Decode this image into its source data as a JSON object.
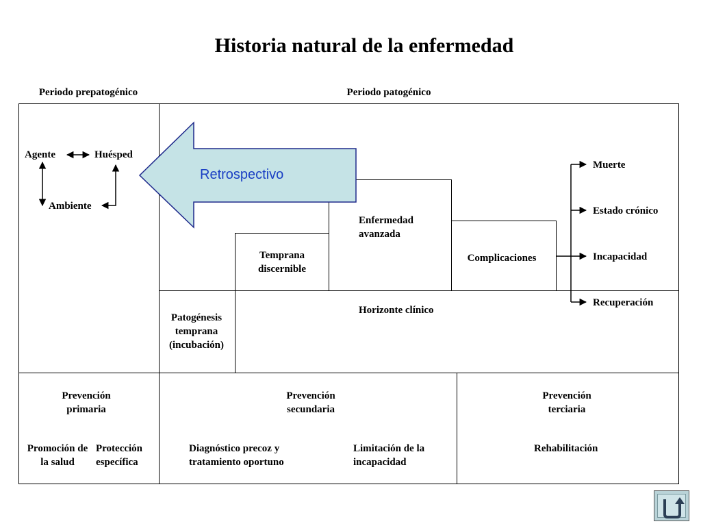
{
  "title": "Historia natural de la enfermedad",
  "periods": {
    "prepathogenic": "Periodo prepatogénico",
    "pathogenic": "Periodo patogénico"
  },
  "triad": {
    "agent": "Agente",
    "host": "Huésped",
    "environment": "Ambiente"
  },
  "retrospective_label": "Retrospectivo",
  "stages": {
    "early": "Temprana discernible",
    "advanced": "Enfermedad avanzada",
    "complications": "Complicaciones",
    "pathogenesis": "Patogénesis temprana (incubación)",
    "clinical_horizon": "Horizonte clínico"
  },
  "outcomes": [
    "Muerte",
    "Estado crónico",
    "Incapacidad",
    "Recuperación"
  ],
  "prevention": {
    "primary": {
      "label": "Prevención primaria",
      "items": [
        "Promoción de la salud",
        "Protección específica"
      ]
    },
    "secondary": {
      "label": "Prevención secundaria",
      "items": [
        "Diagnóstico precoz y tratamiento oportuno",
        "Limitación de la incapacidad"
      ]
    },
    "tertiary": {
      "label": "Prevención terciaria",
      "items": [
        "Rehabilitación"
      ]
    }
  },
  "colors": {
    "arrow_fill": "#c5e3e6",
    "arrow_stroke": "#1f2a8c",
    "retro_text": "#1a3fc4"
  },
  "nav": {
    "icon": "return-arrow-icon"
  }
}
